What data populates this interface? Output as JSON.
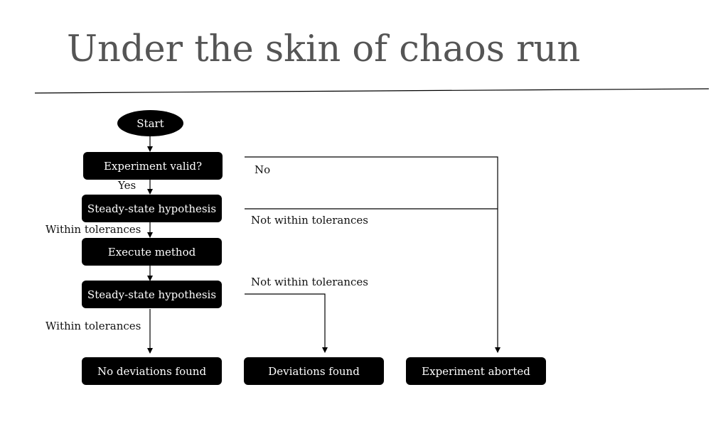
{
  "slide": {
    "title": "Under the skin of chaos run"
  },
  "nodes": {
    "start": "Start",
    "experiment_valid": "Experiment valid?",
    "steady_state_1": "Steady-state hypothesis",
    "execute_method": "Execute method",
    "steady_state_2": "Steady-state hypothesis",
    "no_deviations": "No deviations found",
    "deviations_found": "Deviations found",
    "experiment_aborted": "Experiment aborted"
  },
  "edge_labels": {
    "yes": "Yes",
    "no": "No",
    "within_tolerances_1": "Within tolerances",
    "not_within_tolerances_1": "Not within tolerances",
    "not_within_tolerances_2": "Not within tolerances",
    "within_tolerances_2": "Within tolerances"
  }
}
